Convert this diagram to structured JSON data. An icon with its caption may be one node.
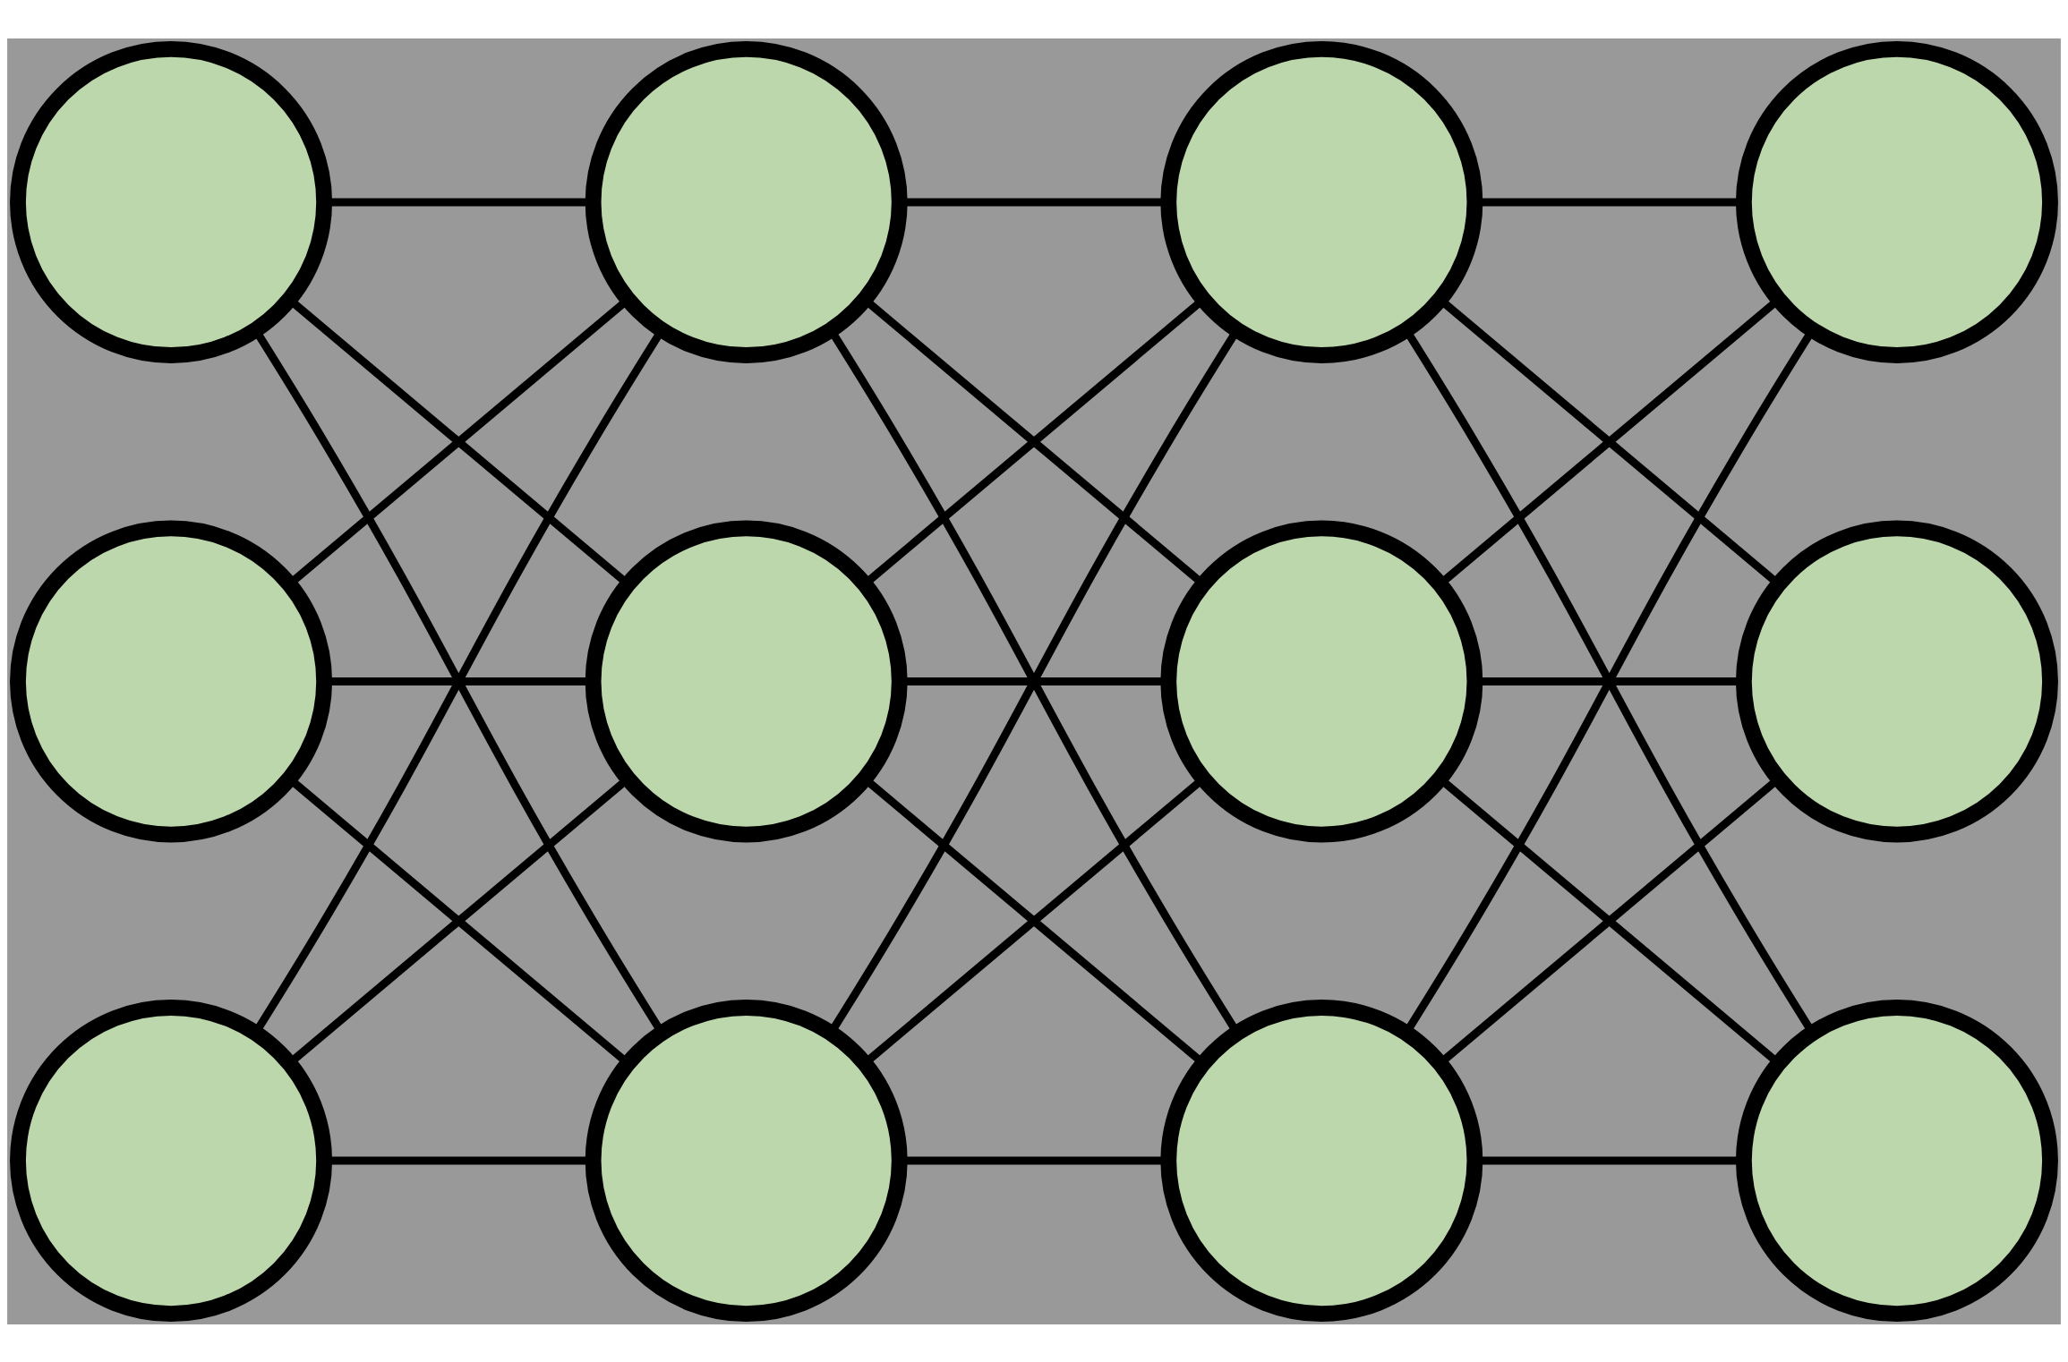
{
  "diagram": {
    "nodes": [
      {
        "text": [],
        "shape": "circle"
      },
      {
        "text": [],
        "shape": "circle"
      },
      {
        "text": [],
        "shape": "circle"
      },
      {
        "text": [],
        "shape": "circle"
      },
      {
        "text": [],
        "shape": "circle"
      },
      {
        "text": [],
        "shape": "circle"
      },
      {
        "text": [],
        "shape": "circle"
      },
      {
        "text": [],
        "shape": "circle"
      },
      {
        "text": [],
        "shape": "circle"
      },
      {
        "text": [],
        "shape": "circle"
      },
      {
        "text": [],
        "shape": "circle"
      },
      {
        "text": [],
        "shape": "circle"
      }
    ],
    "edges": [
      {
        "from": 0,
        "to": 3,
        "arrow": "none"
      },
      {
        "from": 0,
        "to": 4,
        "arrow": "none"
      },
      {
        "from": 0,
        "to": 5,
        "arrow": "none"
      },
      {
        "from": 1,
        "to": 3,
        "arrow": "none"
      },
      {
        "from": 1,
        "to": 4,
        "arrow": "none"
      },
      {
        "from": 1,
        "to": 5,
        "arrow": "none"
      },
      {
        "from": 2,
        "to": 3,
        "arrow": "none"
      },
      {
        "from": 2,
        "to": 4,
        "arrow": "none"
      },
      {
        "from": 2,
        "to": 5,
        "arrow": "none"
      },
      {
        "from": 3,
        "to": 6,
        "arrow": "none"
      },
      {
        "from": 3,
        "to": 7,
        "arrow": "none"
      },
      {
        "from": 3,
        "to": 8,
        "arrow": "none"
      },
      {
        "from": 4,
        "to": 6,
        "arrow": "none"
      },
      {
        "from": 4,
        "to": 7,
        "arrow": "none"
      },
      {
        "from": 4,
        "to": 8,
        "arrow": "none"
      },
      {
        "from": 5,
        "to": 6,
        "arrow": "none"
      },
      {
        "from": 5,
        "to": 7,
        "arrow": "none"
      },
      {
        "from": 5,
        "to": 8,
        "arrow": "none"
      },
      {
        "from": 6,
        "to": 9,
        "arrow": "none"
      },
      {
        "from": 6,
        "to": 10,
        "arrow": "none"
      },
      {
        "from": 6,
        "to": 11,
        "arrow": "none"
      },
      {
        "from": 7,
        "to": 9,
        "arrow": "none"
      },
      {
        "from": 7,
        "to": 10,
        "arrow": "none"
      },
      {
        "from": 7,
        "to": 11,
        "arrow": "none"
      },
      {
        "from": 8,
        "to": 9,
        "arrow": "none"
      },
      {
        "from": 8,
        "to": 10,
        "arrow": "none"
      },
      {
        "from": 8,
        "to": 11,
        "arrow": "none"
      }
    ]
  }
}
